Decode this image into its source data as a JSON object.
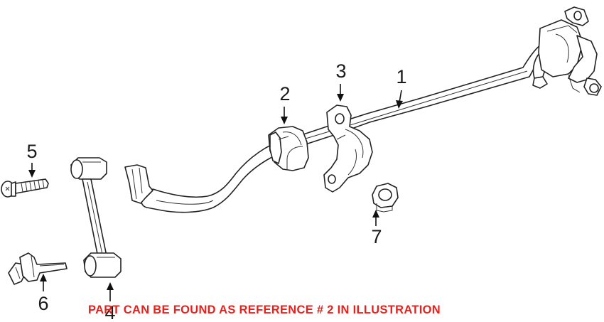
{
  "callouts": [
    {
      "id": "1",
      "label": "1"
    },
    {
      "id": "2",
      "label": "2"
    },
    {
      "id": "3",
      "label": "3"
    },
    {
      "id": "4",
      "label": "4"
    },
    {
      "id": "5",
      "label": "5"
    },
    {
      "id": "6",
      "label": "6"
    },
    {
      "id": "7",
      "label": "7"
    }
  ],
  "caption": {
    "text": "PART CAN BE FOUND AS REFERENCE # 2 IN ILLUSTRATION",
    "color": "#e8201c"
  },
  "colors": {
    "line": "#222222",
    "background": "#ffffff"
  }
}
